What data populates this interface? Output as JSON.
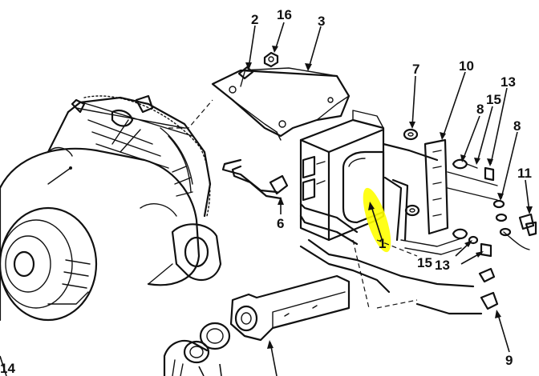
{
  "diagram": {
    "callouts": [
      {
        "id": "c1",
        "text": "1"
      },
      {
        "id": "c2",
        "text": "2"
      },
      {
        "id": "c3",
        "text": "3"
      },
      {
        "id": "c6",
        "text": "6"
      },
      {
        "id": "c7",
        "text": "7"
      },
      {
        "id": "c8a",
        "text": "8"
      },
      {
        "id": "c8b",
        "text": "8"
      },
      {
        "id": "c9",
        "text": "9"
      },
      {
        "id": "c10",
        "text": "10"
      },
      {
        "id": "c11",
        "text": "11"
      },
      {
        "id": "c13a",
        "text": "13"
      },
      {
        "id": "c13b",
        "text": "13"
      },
      {
        "id": "c14",
        "text": "14"
      },
      {
        "id": "c15a",
        "text": "15"
      },
      {
        "id": "c15b",
        "text": "15"
      },
      {
        "id": "c16",
        "text": "16"
      }
    ],
    "highlight_color": "#ffff00",
    "line_color": "#111111"
  }
}
